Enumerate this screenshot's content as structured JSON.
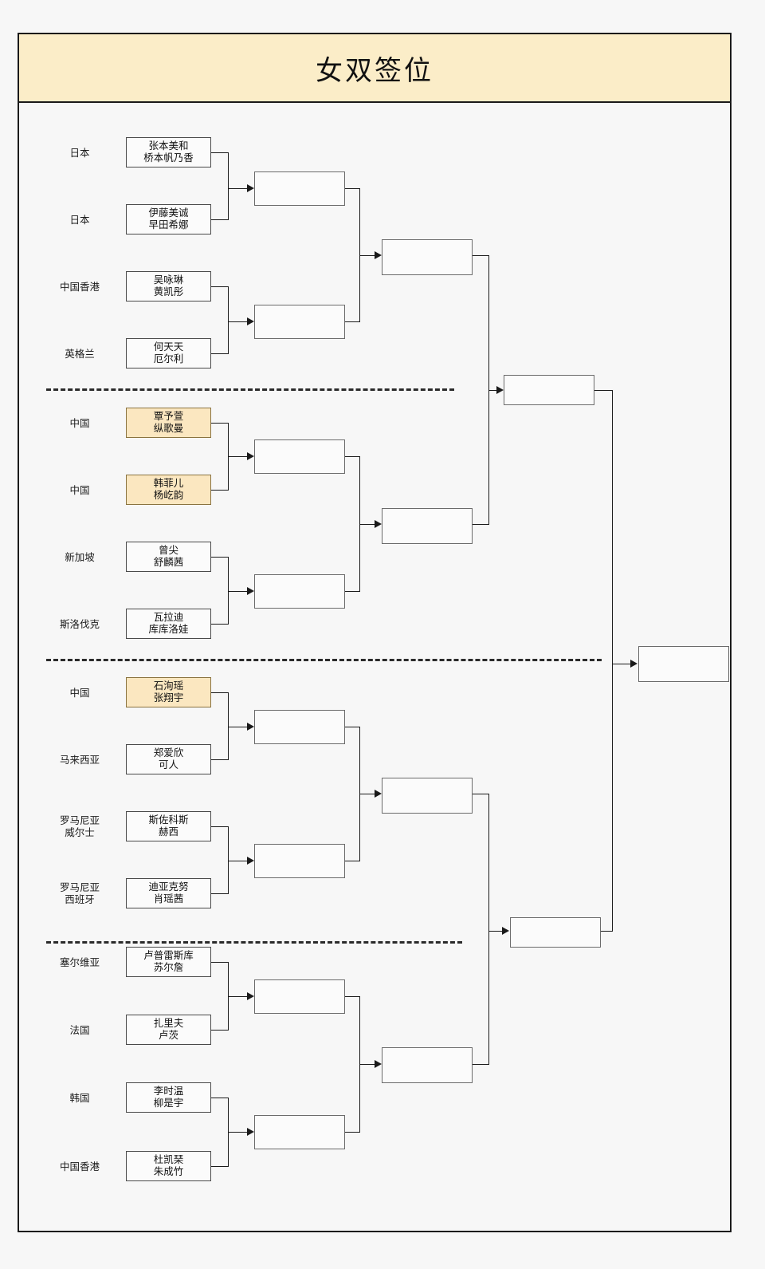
{
  "title": "女双签位",
  "brackets": {
    "groups": [
      {
        "id": "group-1",
        "entries": [
          {
            "country": "日本",
            "players": [
              "张本美和",
              "桥本帆乃香"
            ],
            "highlight": false
          },
          {
            "country": "日本",
            "players": [
              "伊藤美诚",
              "早田希娜"
            ],
            "highlight": false
          },
          {
            "country": "中国香港",
            "players": [
              "吴咏琳",
              "黄凯彤"
            ],
            "highlight": false
          },
          {
            "country": "英格兰",
            "players": [
              "何天天",
              "厄尔利"
            ],
            "highlight": false
          }
        ]
      },
      {
        "id": "group-2",
        "entries": [
          {
            "country": "中国",
            "players": [
              "覃予萱",
              "纵歌曼"
            ],
            "highlight": true
          },
          {
            "country": "中国",
            "players": [
              "韩菲儿",
              "杨屹韵"
            ],
            "highlight": true
          },
          {
            "country": "新加坡",
            "players": [
              "曾尖",
              "舒麟茜"
            ],
            "highlight": false
          },
          {
            "country": "斯洛伐克",
            "players": [
              "瓦拉迪",
              "库库洛娃"
            ],
            "highlight": false
          }
        ]
      },
      {
        "id": "group-3",
        "entries": [
          {
            "country": "中国",
            "players": [
              "石洵瑶",
              "张翔宇"
            ],
            "highlight": true
          },
          {
            "country": "马来西亚",
            "players": [
              "郑爱欣",
              "可人"
            ],
            "highlight": false
          },
          {
            "country": "罗马尼亚\n威尔士",
            "players": [
              "斯佐科斯",
              "赫西"
            ],
            "highlight": false
          },
          {
            "country": "罗马尼亚\n西班牙",
            "players": [
              "迪亚克努",
              "肖瑶茜"
            ],
            "highlight": false
          }
        ]
      },
      {
        "id": "group-4",
        "entries": [
          {
            "country": "塞尔维亚",
            "players": [
              "卢普雷斯库",
              "苏尔詹"
            ],
            "highlight": false
          },
          {
            "country": "法国",
            "players": [
              "扎里夫",
              "卢茨"
            ],
            "highlight": false
          },
          {
            "country": "韩国",
            "players": [
              "李时温",
              "柳是宇"
            ],
            "highlight": false
          },
          {
            "country": "中国香港",
            "players": [
              "杜凯琹",
              "朱成竹"
            ],
            "highlight": false
          }
        ]
      }
    ],
    "round_labels": {
      "round2": "",
      "round3": "",
      "round4": "",
      "final": ""
    }
  },
  "colors": {
    "title_background": "#fbedc8",
    "highlight_background": "#fbe7c0",
    "frame_border": "#1a1a1a",
    "page_background": "#f7f7f7",
    "box_border": "#4a4a4a"
  }
}
